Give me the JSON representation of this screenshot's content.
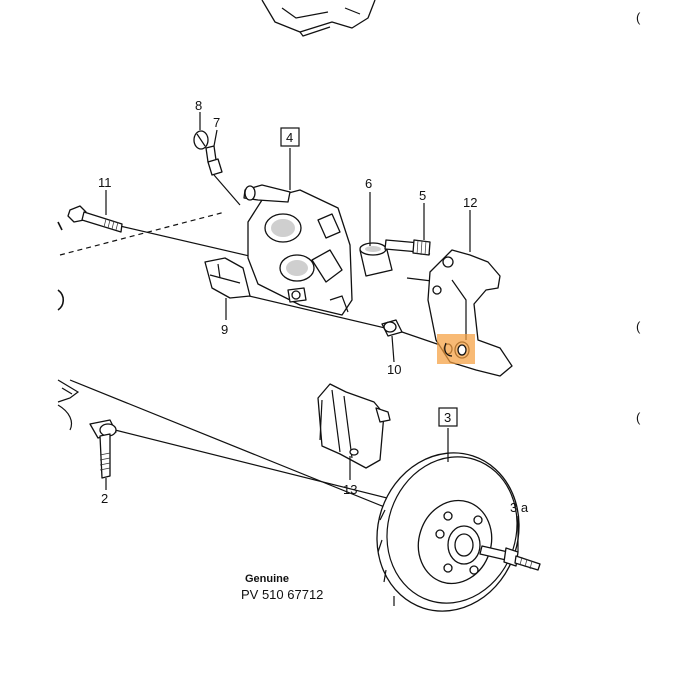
{
  "callouts": {
    "p8": "8",
    "p7": "7",
    "p4": "4",
    "p11": "11",
    "p6": "6",
    "p5": "5",
    "p12": "12",
    "p9": "9",
    "p10": "10",
    "p3": "3",
    "p2": "2",
    "p13": "13",
    "p3a": "3 a"
  },
  "caption": {
    "line1": "Genuine",
    "line2": "PV 510 67712"
  },
  "edge_marks": {
    "m1": "(",
    "m2": "(",
    "m3": "("
  },
  "highlight": {
    "color": "#f5a040",
    "target": "12"
  }
}
